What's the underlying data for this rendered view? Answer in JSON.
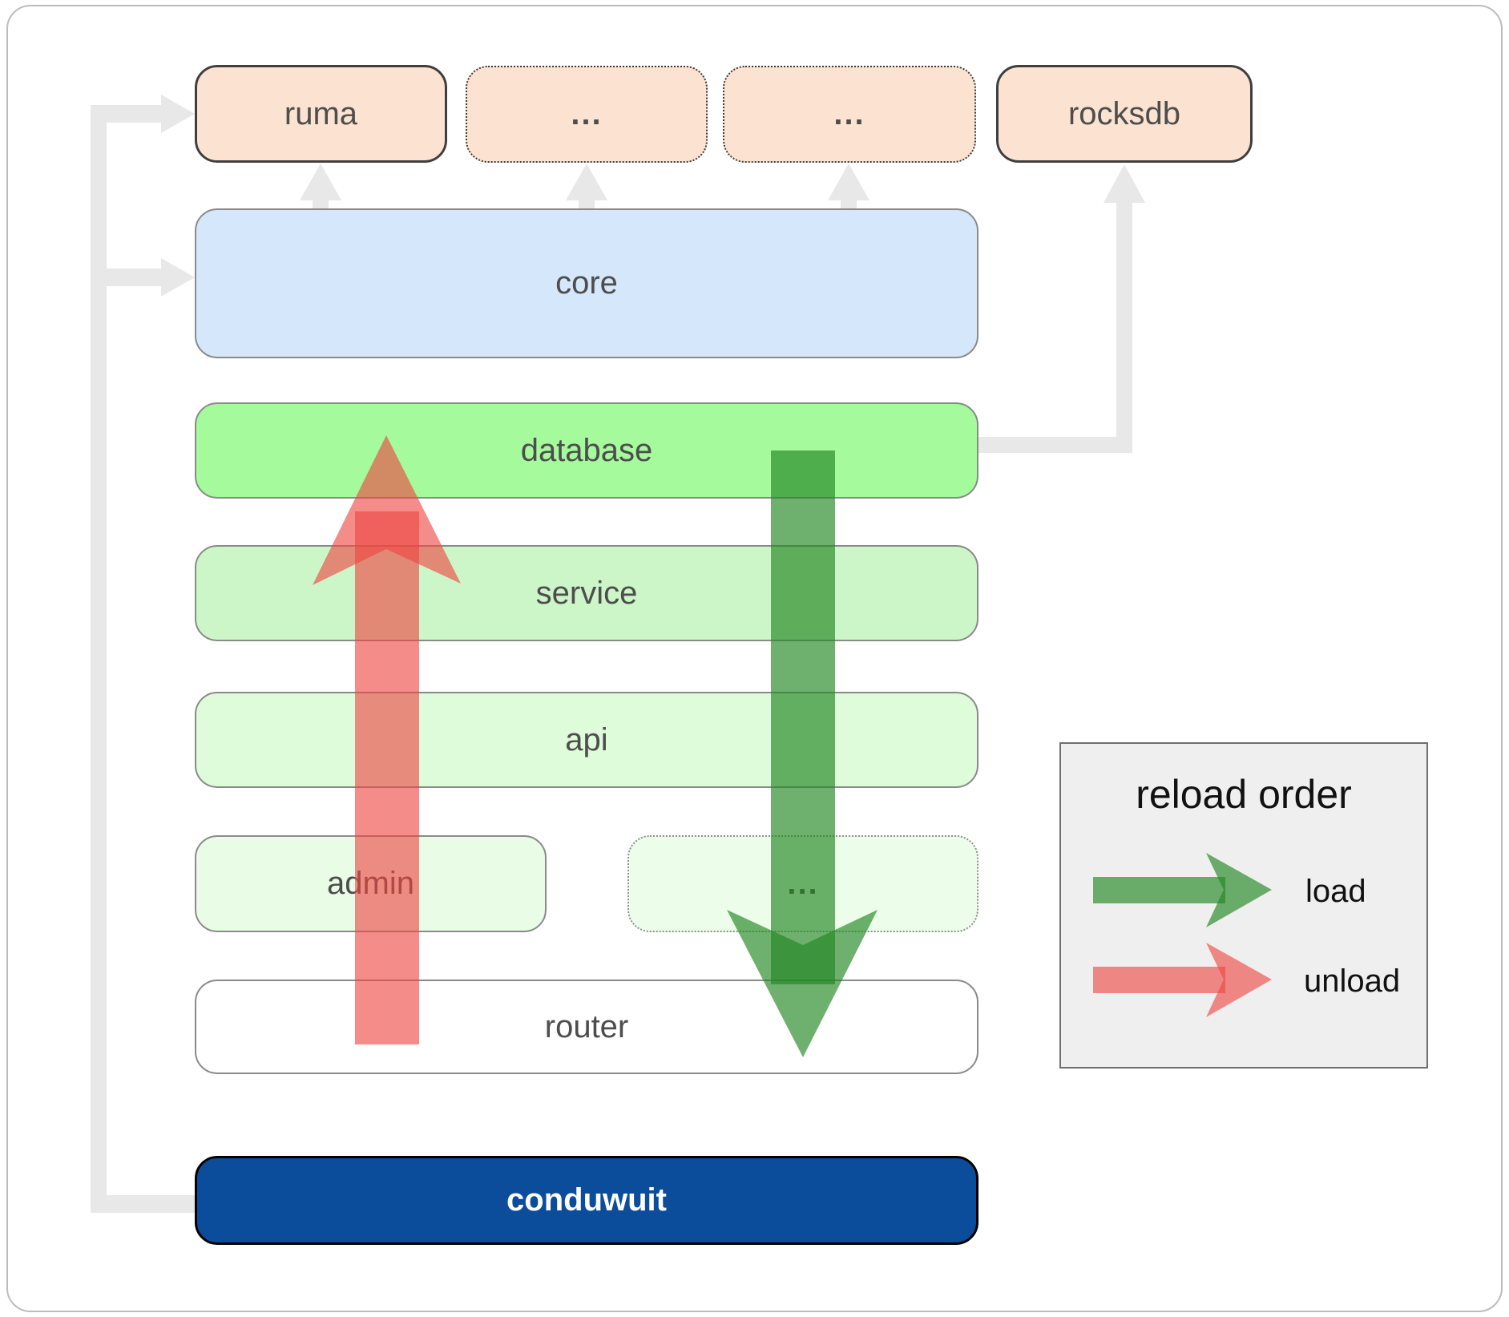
{
  "diagram": {
    "external_row": [
      {
        "id": "ruma",
        "label": "ruma",
        "style": "solid"
      },
      {
        "id": "more-1",
        "label": "...",
        "style": "dotted"
      },
      {
        "id": "more-2",
        "label": "...",
        "style": "dotted"
      },
      {
        "id": "rocksdb",
        "label": "rocksdb",
        "style": "solid"
      }
    ],
    "layers": [
      {
        "id": "core",
        "label": "core",
        "color": "#d5e8fb"
      },
      {
        "id": "database",
        "label": "database",
        "color": "#a5fa9b"
      },
      {
        "id": "service",
        "label": "service",
        "color": "#cdf6c8"
      },
      {
        "id": "api",
        "label": "api",
        "color": "#defbda"
      }
    ],
    "admin_row": [
      {
        "id": "admin",
        "label": "admin",
        "style": "solid",
        "color": "#e9fce6"
      },
      {
        "id": "admin-more",
        "label": "...",
        "style": "dotted",
        "color": "#ecfdea"
      }
    ],
    "router": {
      "label": "router"
    },
    "app": {
      "label": "conduwuit",
      "color": "#0b4c9b"
    }
  },
  "legend": {
    "title": "reload order",
    "items": [
      {
        "id": "load",
        "label": "load",
        "color": "#238723"
      },
      {
        "id": "unload",
        "label": "unload",
        "color": "#ee4642"
      }
    ]
  },
  "colors": {
    "external_fill": "#fce3d1",
    "core_fill": "#d5e8fb",
    "database_fill": "#a5fa9b",
    "service_fill": "#cdf6c8",
    "api_fill": "#defbda",
    "admin_fill": "#e9fce6",
    "router_fill": "#ffffff",
    "app_fill": "#0b4c9b",
    "connector_gray": "#e8e8e8",
    "load_arrow": "#238723",
    "unload_arrow": "#ee4642",
    "label_text": "#4d4d4d"
  }
}
